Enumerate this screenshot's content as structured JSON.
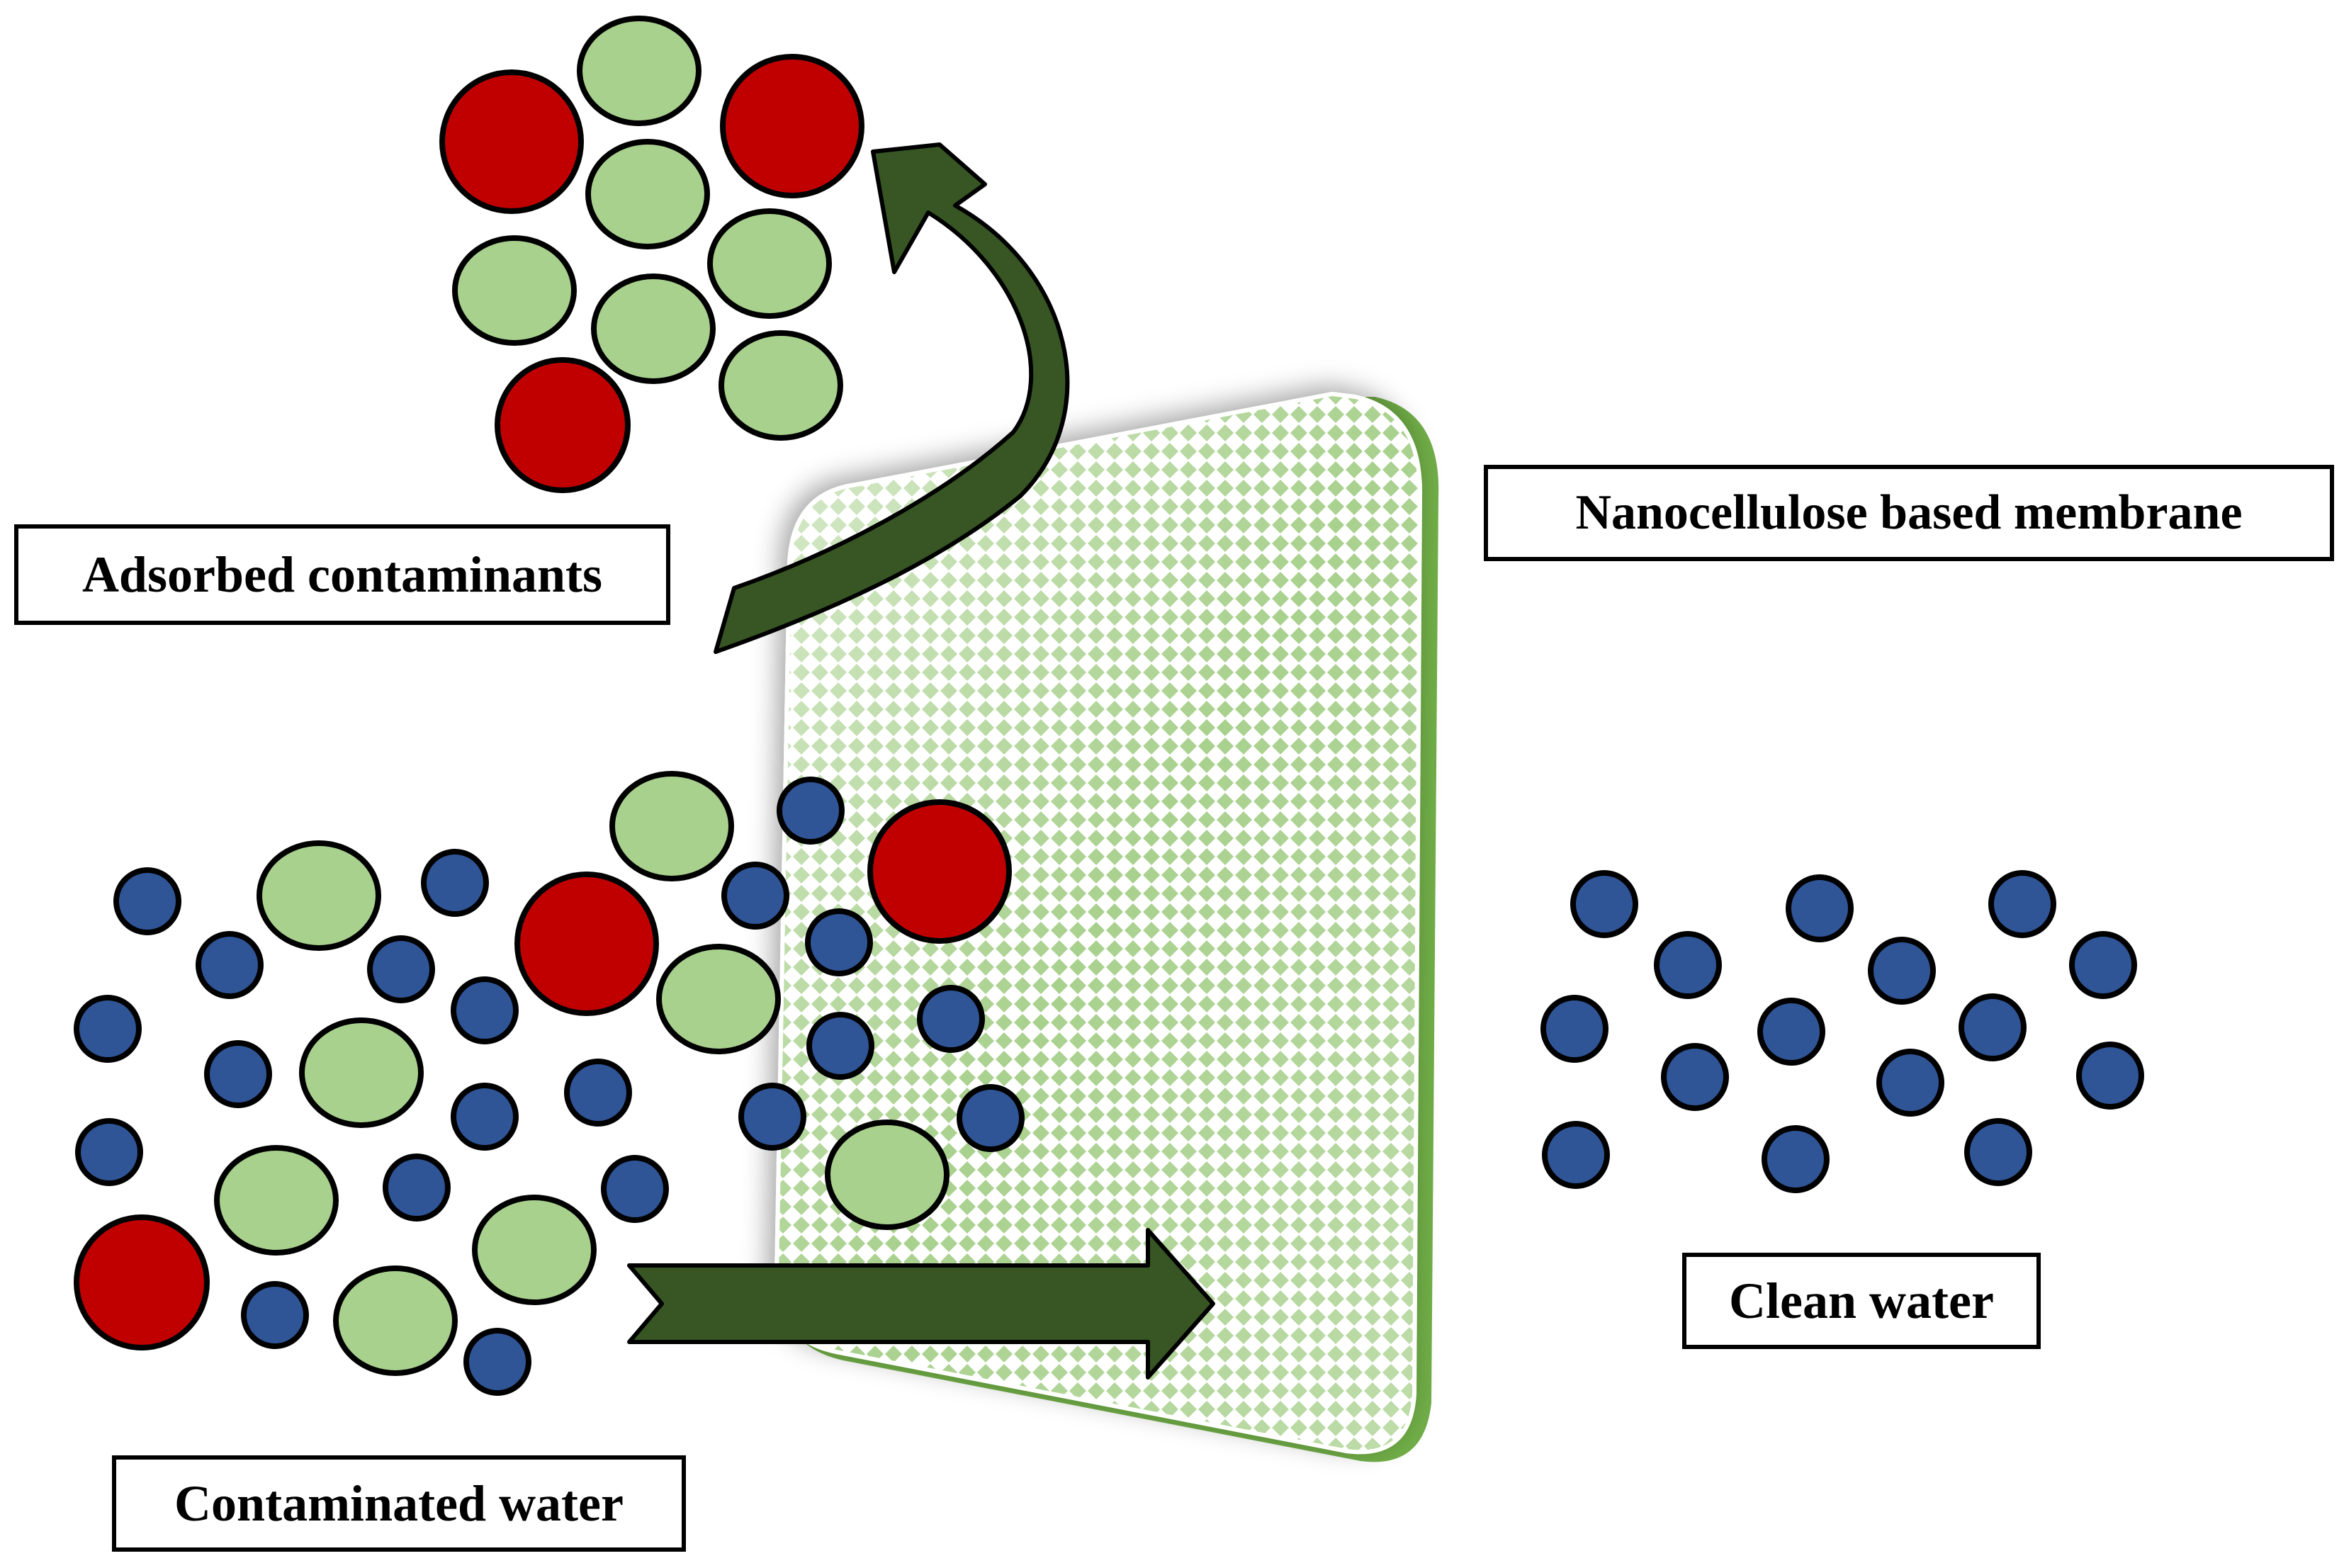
{
  "labels": {
    "adsorbed": "Adsorbed contaminants",
    "membrane": "Nanocellulose based membrane",
    "clean": "Clean water",
    "contaminated": "Contaminated water"
  },
  "colors": {
    "red_contaminant": "#c00000",
    "green_contaminant": "#a9d18e",
    "water_molecule": "#2f5597",
    "arrow": "#375623",
    "membrane_pattern": "#a9d18e",
    "membrane_edge": "#70ad47"
  }
}
